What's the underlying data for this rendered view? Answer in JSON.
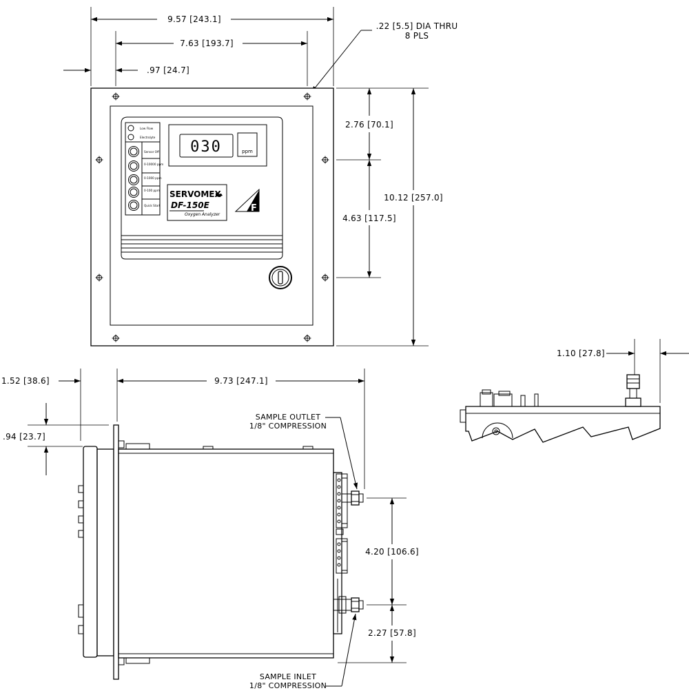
{
  "front_view": {
    "dim_overall_width": "9.57 [243.1]",
    "dim_hole_spacing": "7.63 [193.7]",
    "dim_edge_offset": ".97 [24.7]",
    "hole_note_line1": ".22 [5.5] DIA THRU",
    "hole_note_line2": "8 PLS",
    "dim_top_to_hole": "2.76 [70.1]",
    "dim_hole_to_hole": "4.63 [117.5]",
    "dim_overall_height": "10.12 [257.0]",
    "display_value": "030",
    "display_unit": "ppm",
    "indicator_low_flow": "Low Flow",
    "indicator_electrolyte": "Electrolyte",
    "button_sensor_off": "Sensor Off",
    "button_range_10000": "0-10000 ppm",
    "button_range_1000": "0-1000 ppm",
    "button_range_100": "0-100 ppm",
    "button_quick_start": "Quick Start",
    "brand": "SERVOMEX",
    "model": "DF-150E",
    "product": "Oxygen Analyzer",
    "logo_letter": "F"
  },
  "side_view": {
    "dim_depth": "9.73 [247.1]",
    "dim_panel_offset": "1.52 [38.6]",
    "dim_flange": ".94 [23.7]",
    "outlet_label_line1": "SAMPLE OUTLET",
    "outlet_label_line2": "1/8\" COMPRESSION",
    "dim_port_spacing": "4.20 [106.6]",
    "dim_inlet_height": "2.27 [57.8]",
    "inlet_label_line1": "SAMPLE INLET",
    "inlet_label_line2": "1/8\" COMPRESSION"
  },
  "detail_view": {
    "dim_fitting_projection": "1.10 [27.8]"
  },
  "colors": {
    "line": "#000000",
    "background": "#ffffff"
  }
}
